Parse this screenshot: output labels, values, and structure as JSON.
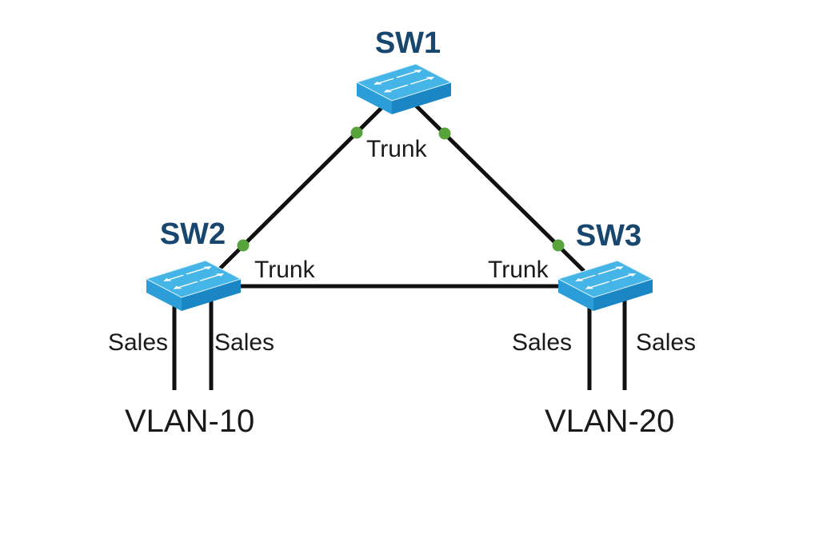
{
  "diagram": {
    "type": "network-topology",
    "switches": [
      {
        "id": "sw1",
        "label": "SW1"
      },
      {
        "id": "sw2",
        "label": "SW2"
      },
      {
        "id": "sw3",
        "label": "SW3"
      }
    ],
    "trunk_links": [
      {
        "from": "SW1",
        "to": "SW2"
      },
      {
        "from": "SW1",
        "to": "SW3"
      },
      {
        "from": "SW2",
        "to": "SW3"
      }
    ],
    "trunk_labels": [
      {
        "position": "below-sw1",
        "text": "Trunk"
      },
      {
        "position": "right-of-sw2",
        "text": "Trunk"
      },
      {
        "position": "left-of-sw3",
        "text": "Trunk"
      }
    ],
    "access_groups": [
      {
        "switch": "SW2",
        "port_labels": [
          "Sales",
          "Sales"
        ],
        "vlan_label": "VLAN-10"
      },
      {
        "switch": "SW3",
        "port_labels": [
          "Sales",
          "Sales"
        ],
        "vlan_label": "VLAN-20"
      }
    ],
    "colors": {
      "switch_label": "#17466f",
      "text": "#1a1a1a",
      "link": "#111111",
      "port_dot": "#57a43c",
      "switch_top": "#45b5e8",
      "switch_front_left": "#2b9dd8",
      "switch_front_right": "#1a86c4"
    }
  }
}
